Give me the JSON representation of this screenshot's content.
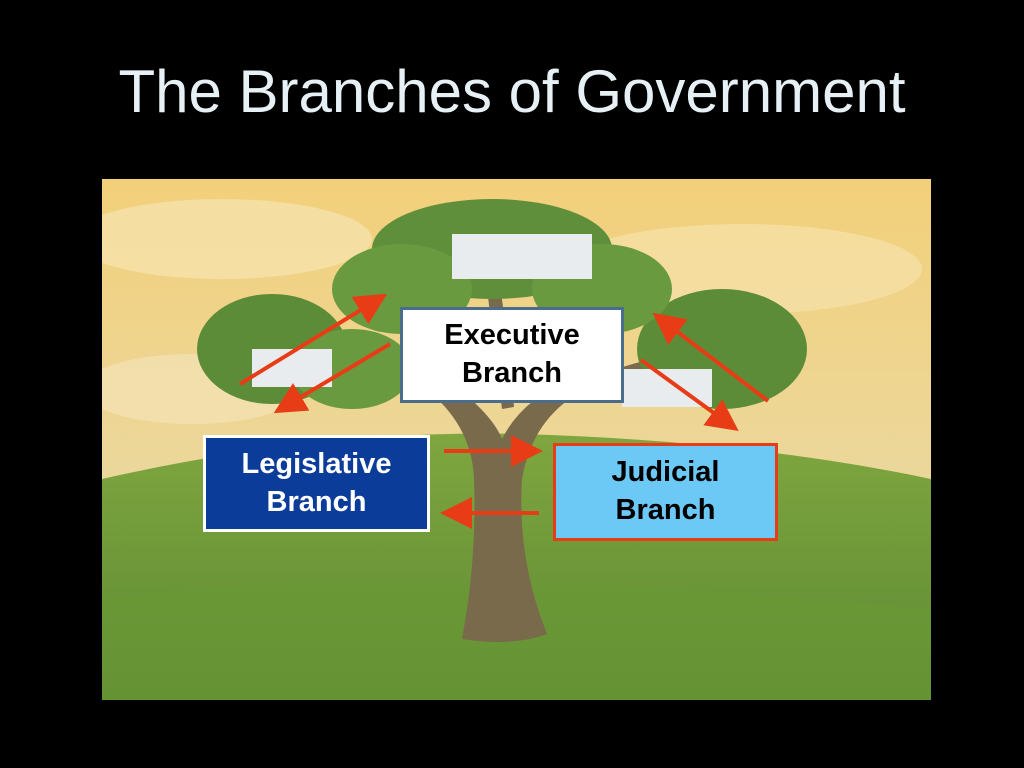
{
  "slide": {
    "title": "The Branches of Government"
  },
  "branches": {
    "executive": {
      "line1": "Executive",
      "line2": "Branch"
    },
    "legislative": {
      "line1": "Legislative",
      "line2": "Branch"
    },
    "judicial": {
      "line1": "Judicial",
      "line2": "Branch"
    }
  },
  "colors": {
    "background": "#000000",
    "title": "#e6f0f5",
    "arrow": "#e83c16",
    "legislative_fill": "#0b3c9a",
    "judicial_fill": "#6cc8f5",
    "executive_fill": "#ffffff"
  }
}
